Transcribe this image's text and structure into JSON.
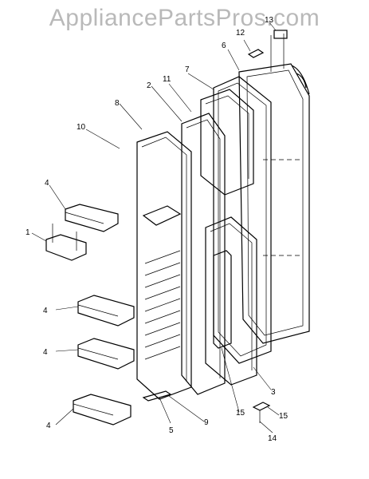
{
  "watermark": "AppliancePartsPros.com",
  "callouts": {
    "c1": "1",
    "c2a": "2",
    "c2b": "12",
    "c3": "3",
    "c4a": "4",
    "c4b": "4",
    "c4c": "4",
    "c4d": "4",
    "c5": "5",
    "c6": "6",
    "c7": "7",
    "c8": "8",
    "c9": "9",
    "c10": "10",
    "c11": "11",
    "c13": "13",
    "c14": "14",
    "c15a": "15",
    "c15b": "15"
  }
}
